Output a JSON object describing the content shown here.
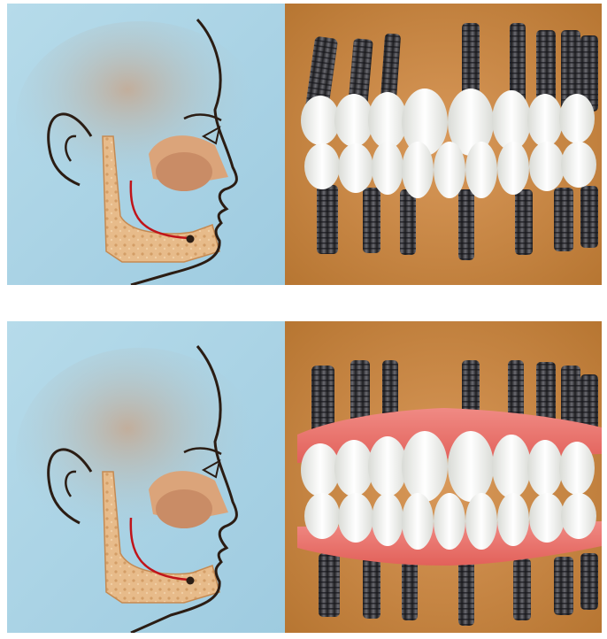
{
  "figure": {
    "panels": [
      {
        "id": "top",
        "variant": "implants-without-gum-base",
        "background_colors": {
          "profile": "#a9d3e6",
          "mouth": "#c98a45"
        },
        "implants_upper": 8,
        "implants_lower": 7,
        "gum_base_visible": false
      },
      {
        "id": "bottom",
        "variant": "implants-with-gum-base",
        "background_colors": {
          "profile": "#a9d3e6",
          "mouth": "#c98a45"
        },
        "implants_upper": 8,
        "implants_lower": 7,
        "gum_base_visible": true,
        "gum_color": "#e8706a"
      }
    ],
    "colors": {
      "bone": "#e5b886",
      "nerve": "#c0141a",
      "outline": "#2b1d14",
      "tooth": "#f2f3ef",
      "implant": "#3b3b3f"
    }
  }
}
